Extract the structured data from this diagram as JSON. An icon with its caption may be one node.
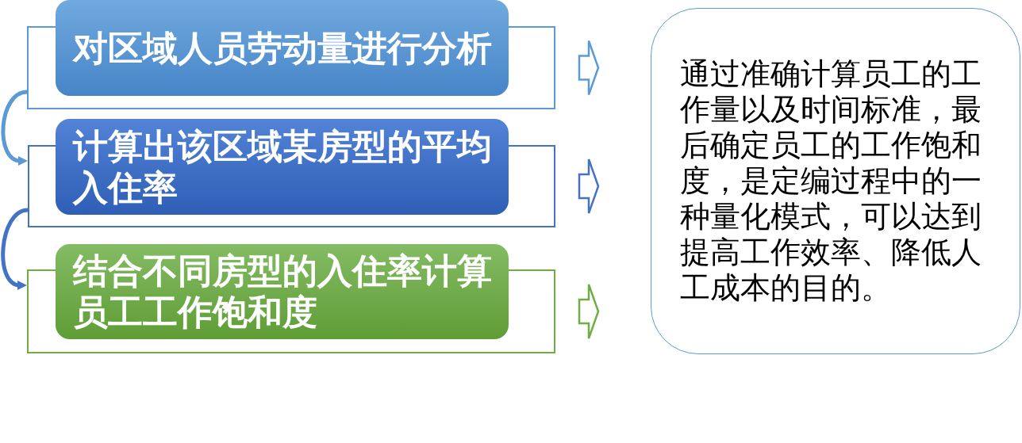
{
  "diagram": {
    "nodes": [
      {
        "text": [],
        "shape": "box"
      },
      {
        "text": [
          "对区域人员劳动量进行分析"
        ],
        "in": 0
      },
      {
        "text": [],
        "shape": "box"
      },
      {
        "text": [
          "计算出该区域某房型的平均入住率"
        ],
        "in": 2
      },
      {
        "text": [],
        "shape": "box"
      },
      {
        "text": [
          "结合不同房型的入住率计算员工工作饱和度"
        ],
        "in": 4
      },
      {
        "text": [
          "通过准确计算员工的工作量以及时间标准，最后确定员工的工作饱和度，是定编过程中的一种量化模式，可以达到提高工作效率、降低人工成本的目的。"
        ]
      }
    ],
    "edges": [
      {
        "from": 0,
        "to": 2,
        "arrow": "to"
      },
      {
        "from": 2,
        "to": 4,
        "arrow": "to",
        "color": "#4472c4"
      },
      {
        "from": 0,
        "to": 6,
        "arrow": "to"
      },
      {
        "from": 2,
        "to": 6,
        "arrow": "to",
        "color": "#4472c4"
      },
      {
        "from": 4,
        "to": 6,
        "arrow": "to",
        "color": "#70ad47"
      }
    ]
  }
}
